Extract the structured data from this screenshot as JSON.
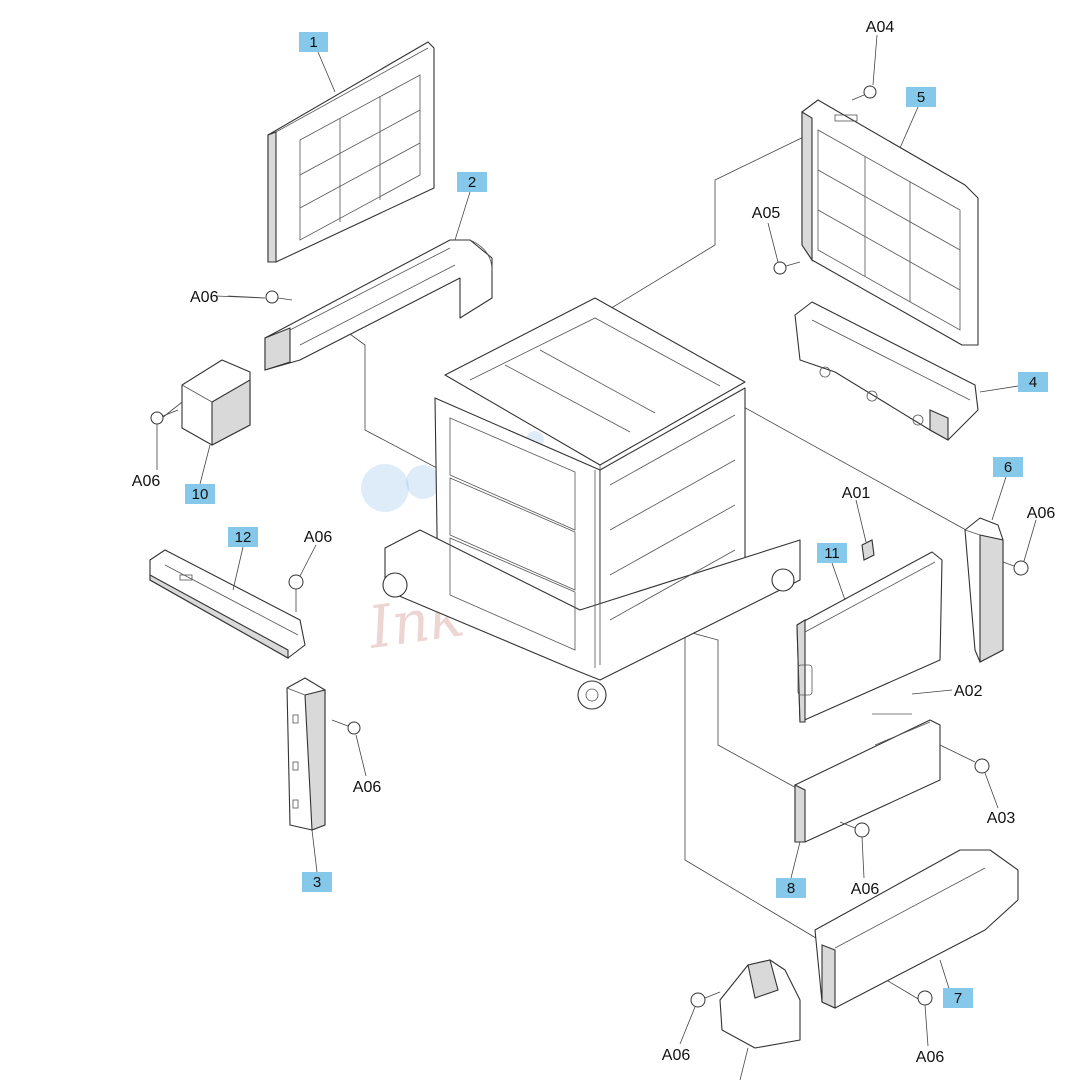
{
  "callouts": [
    {
      "id": "c1",
      "label": "1"
    },
    {
      "id": "c2",
      "label": "2"
    },
    {
      "id": "c3",
      "label": "3"
    },
    {
      "id": "c4",
      "label": "4"
    },
    {
      "id": "c5",
      "label": "5"
    },
    {
      "id": "c6",
      "label": "6"
    },
    {
      "id": "c7",
      "label": "7"
    },
    {
      "id": "c8",
      "label": "8"
    },
    {
      "id": "c10",
      "label": "10"
    },
    {
      "id": "c11",
      "label": "11"
    },
    {
      "id": "c12",
      "label": "12"
    }
  ],
  "refs": {
    "a01": "A01",
    "a02": "A02",
    "a03": "A03",
    "a04": "A04",
    "a05": "A05",
    "a06": "A06"
  },
  "watermark": {
    "text": "Ink-Market"
  },
  "colors": {
    "callout_fill": "#86c8ea",
    "line": "#333333",
    "watermark": "#c98a82"
  }
}
